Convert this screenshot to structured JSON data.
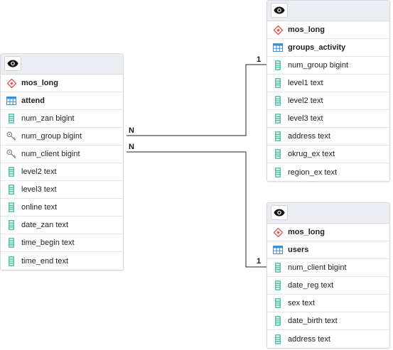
{
  "tables": [
    {
      "id": "attend",
      "schema": "mos_long",
      "name": "attend",
      "columns": [
        {
          "label": "num_zan bigint",
          "key": false
        },
        {
          "label": "num_group bigint",
          "key": true
        },
        {
          "label": "num_client bigint",
          "key": true
        },
        {
          "label": "level2 text",
          "key": false
        },
        {
          "label": "level3 text",
          "key": false
        },
        {
          "label": "online text",
          "key": false
        },
        {
          "label": "date_zan text",
          "key": false
        },
        {
          "label": "time_begin text",
          "key": false
        },
        {
          "label": "time_end text",
          "key": false
        }
      ]
    },
    {
      "id": "groups_activity",
      "schema": "mos_long",
      "name": "groups_activity",
      "columns": [
        {
          "label": "num_group bigint",
          "key": false
        },
        {
          "label": "level1 text",
          "key": false
        },
        {
          "label": "level2 text",
          "key": false
        },
        {
          "label": "level3 text",
          "key": false
        },
        {
          "label": "address text",
          "key": false
        },
        {
          "label": "okrug_ex text",
          "key": false
        },
        {
          "label": "region_ex text",
          "key": false
        }
      ]
    },
    {
      "id": "users",
      "schema": "mos_long",
      "name": "users",
      "columns": [
        {
          "label": "num_client bigint",
          "key": false
        },
        {
          "label": "date_reg text",
          "key": false
        },
        {
          "label": "sex text",
          "key": false
        },
        {
          "label": "date_birth text",
          "key": false
        },
        {
          "label": "address text",
          "key": false
        }
      ]
    }
  ],
  "relations": [
    {
      "from_table": "attend",
      "from_label": "N",
      "to_table": "groups_activity",
      "to_label": "1"
    },
    {
      "from_table": "attend",
      "from_label": "N",
      "to_table": "users",
      "to_label": "1"
    }
  ],
  "colors": {
    "header": "#eaedf1",
    "border": "#d6d9dd",
    "column_icon": "#2bb596",
    "table_icon": "#3a8fd6",
    "schema_icon": "#d9534f",
    "key_icon": "#888888",
    "edge": "#222222"
  },
  "icons": {
    "header": "eye-icon",
    "schema": "schema-icon",
    "table": "table-icon",
    "column": "column-icon",
    "key_column": "key-icon"
  }
}
